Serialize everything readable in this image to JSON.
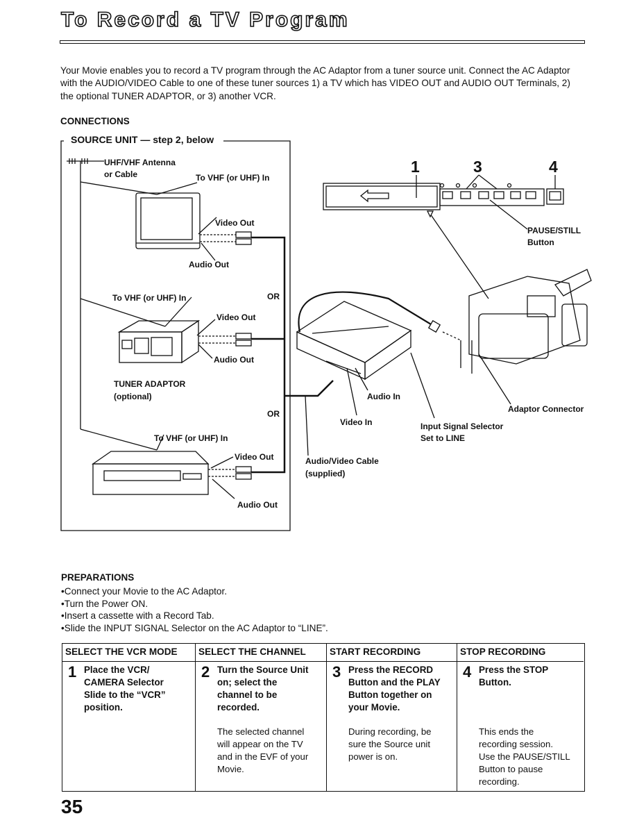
{
  "title": "To Record a TV Program",
  "intro": "Your Movie enables you to record a TV program through the AC Adaptor from a tuner source unit. Connect the AC Adaptor with the AUDIO/VIDEO Cable to one of these tuner sources 1) a TV which has VIDEO OUT and AUDIO OUT Terminals, 2) the optional TUNER ADAPTOR, or 3) another VCR.",
  "connections_heading": "CONNECTIONS",
  "diagram": {
    "source_unit": "SOURCE UNIT — step 2, below",
    "antenna": "UHF/VHF Antenna",
    "or_cable": "or Cable",
    "to_vhf_tv": "To VHF (or UHF) In",
    "tv_video_out": "Video Out",
    "tv_audio_out": "Audio Out",
    "or1": "OR",
    "to_vhf_tuner": "To VHF (or UHF) In",
    "tuner_video_out": "Video Out",
    "tuner_audio_out": "Audio Out",
    "tuner_label": "TUNER ADAPTOR",
    "tuner_optional": "(optional)",
    "or2": "OR",
    "to_vhf_vcr": "To VHF (or UHF) In",
    "vcr_video_out": "Video Out",
    "vcr_audio_out": "Audio Out",
    "audio_in": "Audio In",
    "video_in": "Video In",
    "av_cable": "Audio/Video Cable",
    "av_cable_supplied": "(supplied)",
    "input_selector": "Input Signal Selector",
    "set_to_line": "Set to LINE",
    "adaptor_connector": "Adaptor Connector",
    "pause_still": "PAUSE/STILL",
    "button": "Button",
    "callout_1": "1",
    "callout_3": "3",
    "callout_4": "4"
  },
  "preparations": {
    "heading": "PREPARATIONS",
    "items": [
      "Connect your Movie to the AC Adaptor.",
      "Turn the Power ON.",
      "Insert a cassette with a Record Tab.",
      "Slide the INPUT SIGNAL Selector on the AC Adaptor to “LINE”."
    ]
  },
  "steps": [
    {
      "header": "SELECT THE VCR MODE",
      "num": "1",
      "title": "Place the VCR/\nCAMERA Selector\nSlide to the “VCR”\nposition.",
      "note": ""
    },
    {
      "header": "SELECT THE CHANNEL",
      "num": "2",
      "title": "Turn the Source Unit\non; select the\nchannel to be\nrecorded.",
      "note": "The selected channel\nwill appear on the TV\nand in the EVF of your\nMovie."
    },
    {
      "header": "START RECORDING",
      "num": "3",
      "title": "Press the RECORD\nButton and the PLAY\nButton together on\nyour Movie.",
      "note": "During recording, be\nsure the Source unit\npower is on."
    },
    {
      "header": "STOP RECORDING",
      "num": "4",
      "title": "Press the STOP\nButton.",
      "note": "This ends the\nrecording session.\nUse the PAUSE/STILL\nButton to pause\nrecording."
    }
  ],
  "page_number": "35"
}
